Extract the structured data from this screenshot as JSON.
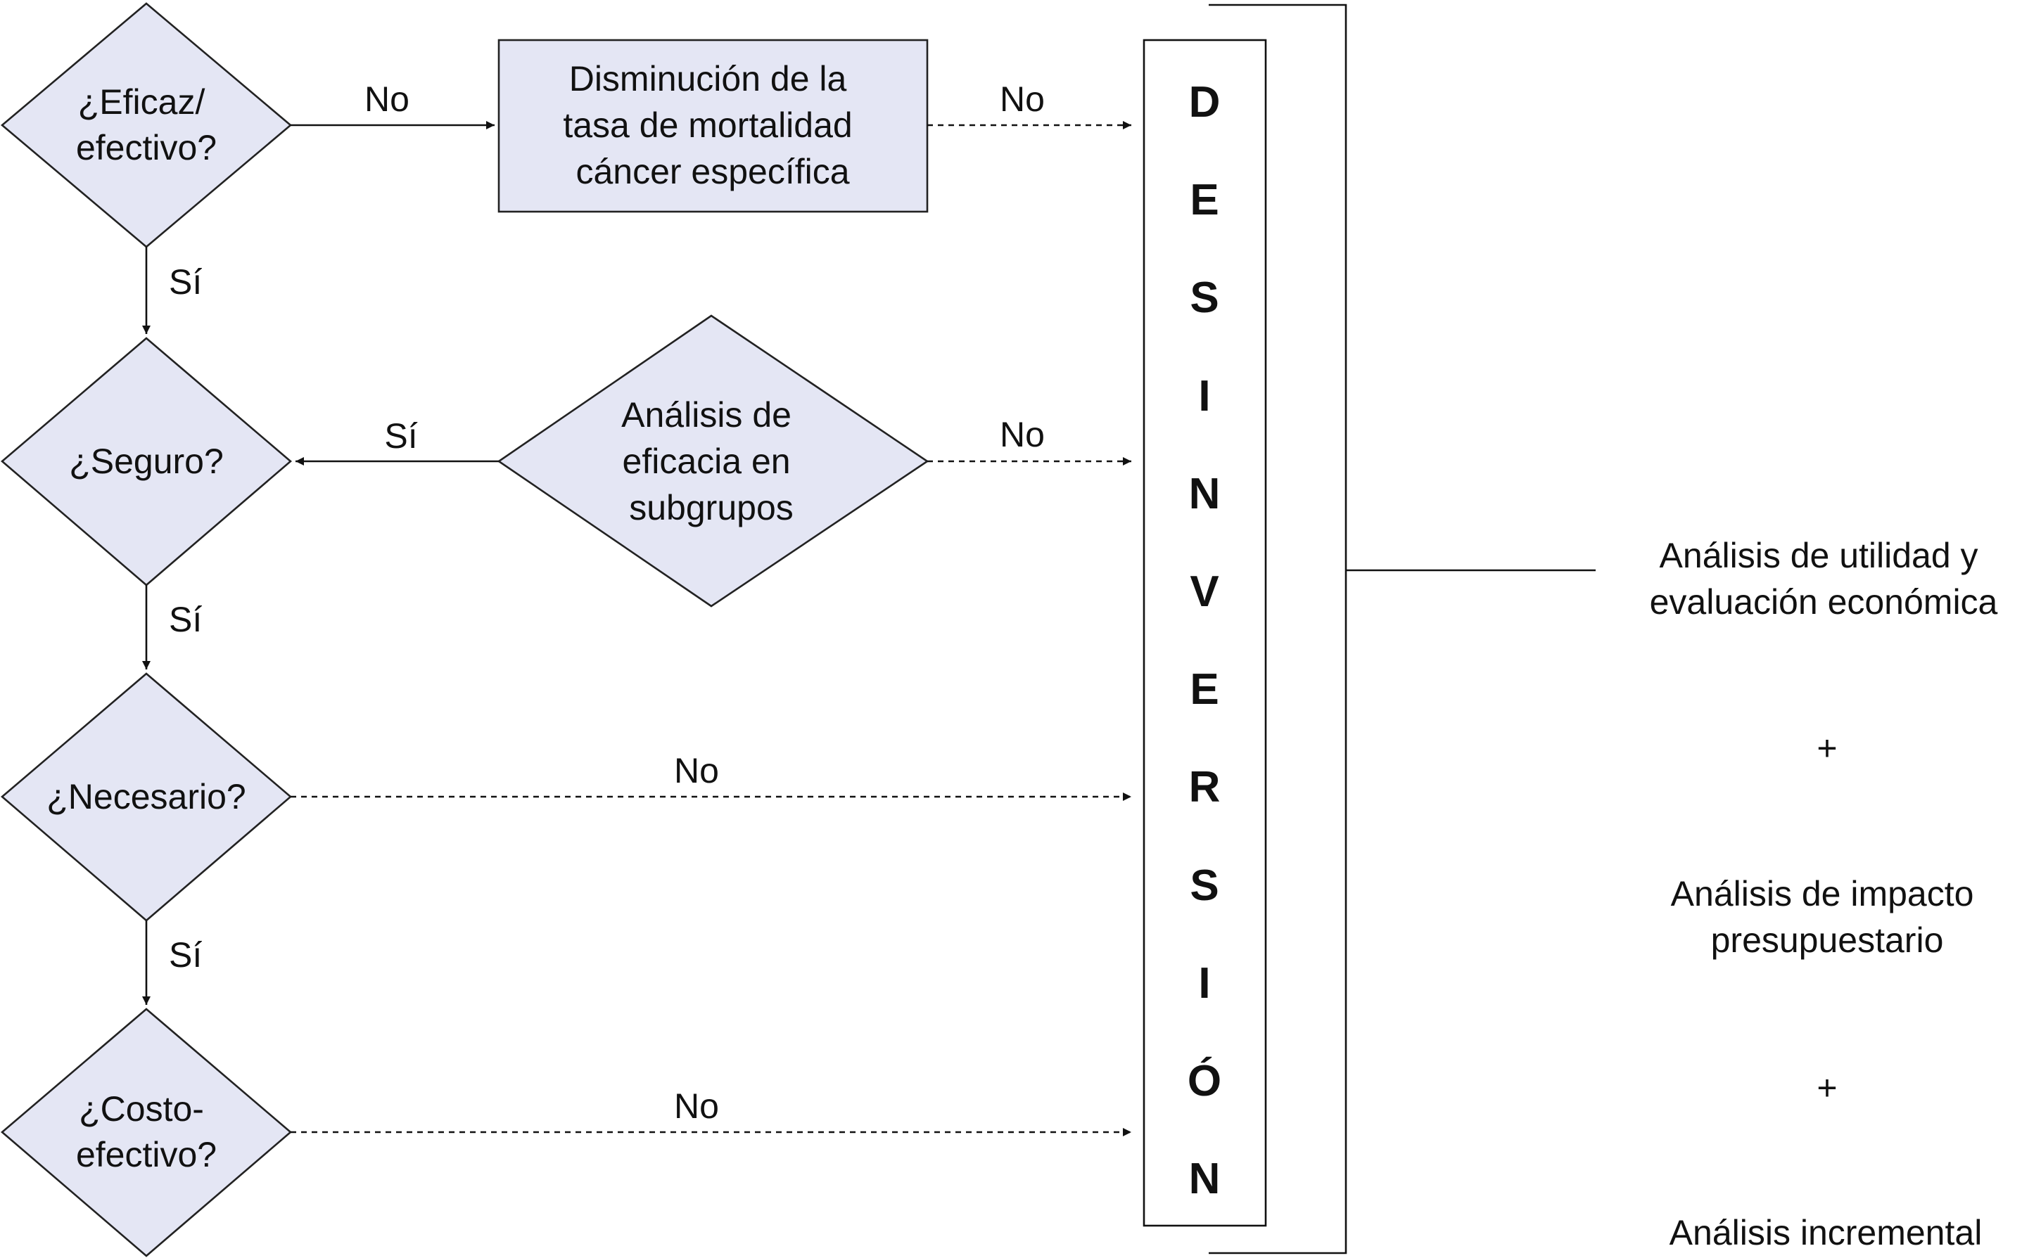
{
  "decisions": {
    "eficaz": [
      "¿Eficaz/",
      "efectivo?"
    ],
    "seguro": [
      "¿Seguro?"
    ],
    "necesario": [
      "¿Necesario?"
    ],
    "costo": [
      "¿Costo-",
      "efectivo?"
    ]
  },
  "boxes": {
    "mortalidad": [
      "Disminución de la",
      "tasa de mortalidad",
      "cáncer específica"
    ],
    "subgrupos": [
      "Análisis de",
      "eficacia en",
      "subgrupos"
    ]
  },
  "edge_labels": {
    "no": "No",
    "si": "Sí"
  },
  "desinversion_letters": [
    "D",
    "E",
    "S",
    "I",
    "N",
    "V",
    "E",
    "R",
    "S",
    "I",
    "Ó",
    "N"
  ],
  "outcomes": {
    "utilidad": [
      "Análisis de utilidad y",
      "evaluación económica"
    ],
    "plus": "+",
    "impacto": [
      "Análisis de impacto",
      "presupuestario"
    ],
    "incremental": [
      "Análisis incremental"
    ]
  },
  "colors": {
    "fill": "#e4e6f4",
    "stroke": "#111111"
  }
}
